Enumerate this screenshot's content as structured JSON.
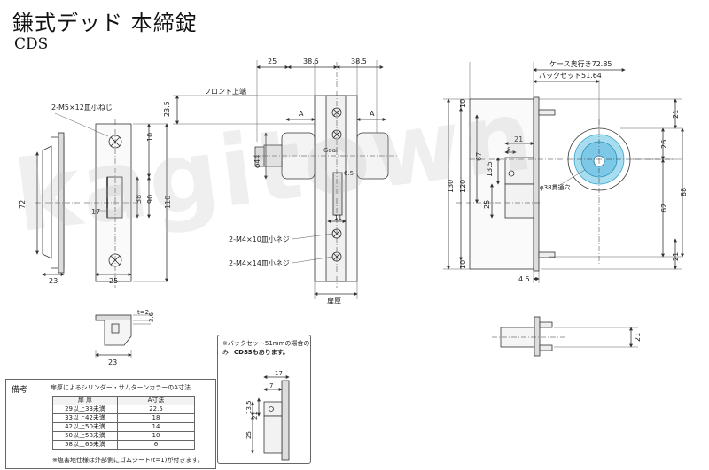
{
  "title": "鎌式デッド 本締錠",
  "subtitle": "CDS",
  "watermark": "kagitown",
  "dimensions": {
    "front_top": "フロント上端",
    "screw_m5": "2-M5×12皿小ねじ",
    "screw_m4_10": "2-M4×10皿小ネジ",
    "screw_m4_14": "2-M4×14皿小ネジ",
    "door_thickness": "扉厚",
    "case_depth": "ケース奥行き72.85",
    "backset": "バックセット51.64",
    "hole": "φ38貫通穴",
    "A": "A",
    "d25": "25",
    "d38_5": "38.5",
    "d23_5": "23.5",
    "d10": "10",
    "d90": "90",
    "d110": "110",
    "d72": "72",
    "d17": "17",
    "d38": "38",
    "d23": "23",
    "phi44": "φ44",
    "d6_5": "6.5",
    "d11": "11",
    "d67": "67",
    "d130": "130",
    "d120": "120",
    "d21": "21",
    "d8": "8",
    "d13_5": "13.5",
    "d88": "88",
    "d62": "62",
    "d26": "26",
    "d4_5": "4.5",
    "t2": "t=2",
    "d3_6": "3.6",
    "d7": "7",
    "d17b": "17",
    "brand": "Goal"
  },
  "inset_note": {
    "line1": "※バックセット51mmの場合のみ",
    "line2": "CDSSもあります。"
  },
  "notes": {
    "label": "備考",
    "heading": "扉厚によるシリンダー・サムターンカラーのA寸法",
    "columns": [
      "扉 厚",
      "A寸法"
    ],
    "rows": [
      [
        "29以上33未満",
        "22.5"
      ],
      [
        "33以上42未満",
        "18"
      ],
      [
        "42以上50未満",
        "14"
      ],
      [
        "50以上58未満",
        "10"
      ],
      [
        "58以上66未満",
        "6"
      ]
    ],
    "footer": "※塩害地仕様は外部側にゴムシート(t=1)が付きます。"
  }
}
